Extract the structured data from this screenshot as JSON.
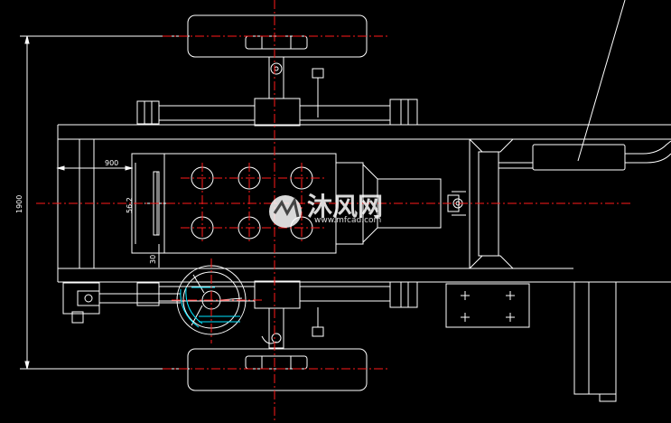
{
  "drawing": {
    "dimensions": {
      "overall_height": "1900",
      "front_length": "900",
      "plate_height": "56.2",
      "plate_offset": "30"
    },
    "watermark": {
      "brand_cn": "沐风网",
      "brand_url": "www.mfcad.com"
    },
    "colors": {
      "background": "#000000",
      "line": "#ffffff",
      "centerline": "#ff1a1a",
      "accent": "#00e5ff"
    }
  }
}
